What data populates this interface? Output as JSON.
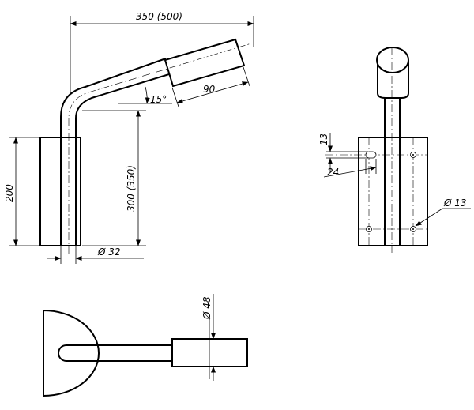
{
  "drawing": {
    "dimensions": {
      "top_length": "350 (500)",
      "head_length": "90",
      "angle": "15°",
      "height": "300 (350)",
      "mount_height": "200",
      "pipe_diameter": "Ø 32",
      "slot_height": "13",
      "slot_width": "24",
      "hole_diameter": "Ø 13",
      "head_diameter": "Ø 48"
    }
  }
}
